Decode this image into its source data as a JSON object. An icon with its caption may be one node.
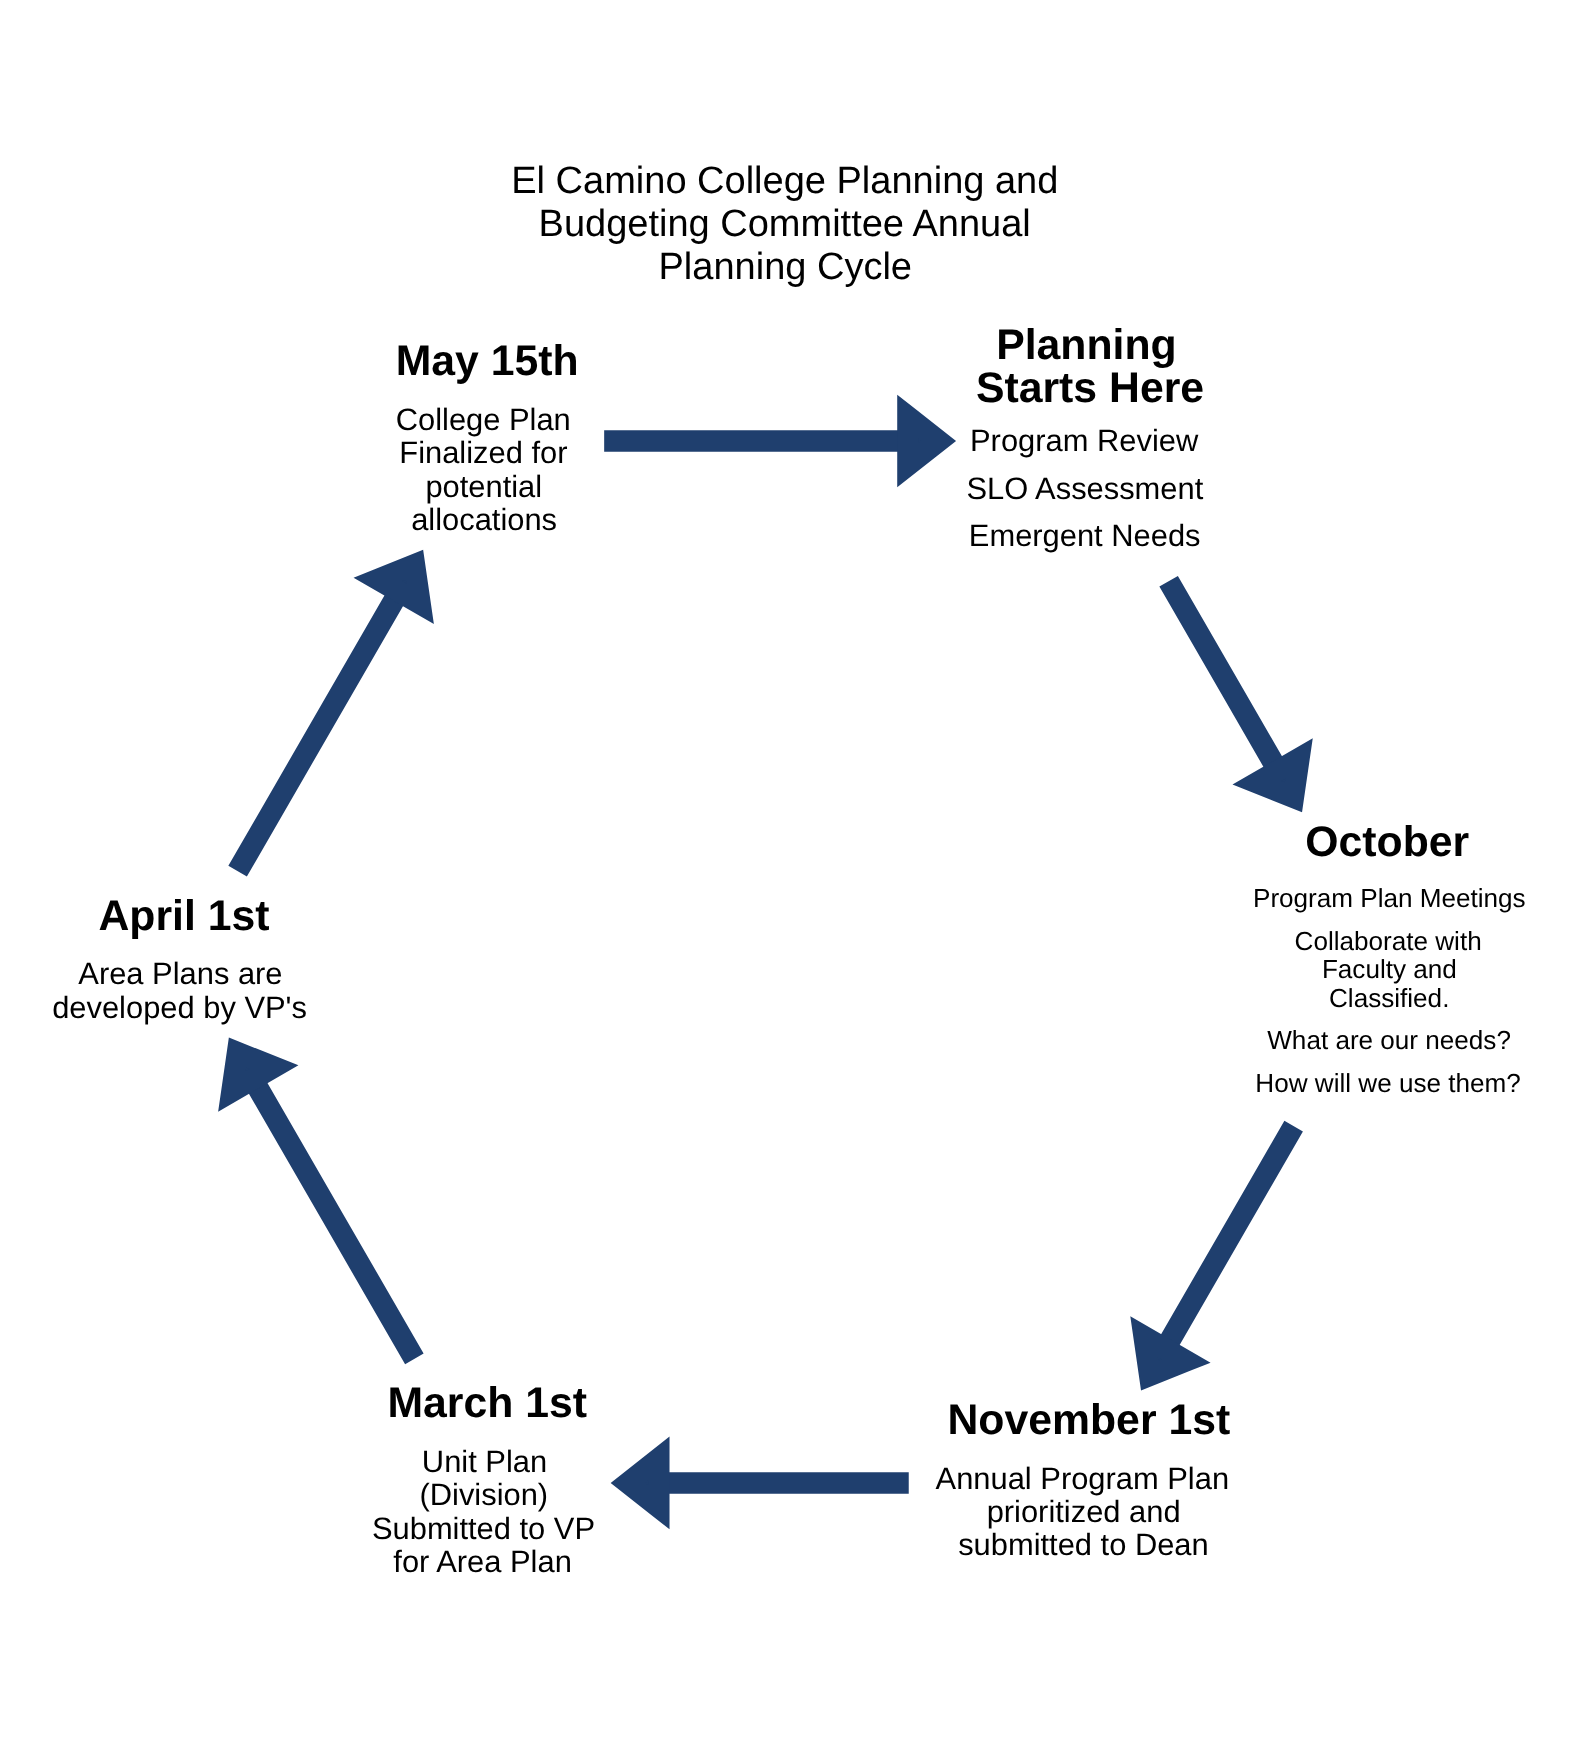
{
  "diagram": {
    "title": "El Camino College Planning and Budgeting Committee Annual Planning Cycle",
    "nodes": [
      {
        "text": [
          "May 15th",
          "College Plan Finalized for potential allocations"
        ]
      },
      {
        "text": [
          "Planning Starts Here",
          "Program Review",
          "SLO Assessment",
          "Emergent Needs"
        ]
      },
      {
        "text": [
          "October",
          "Program Plan Meetings",
          "Collaborate with Faculty and Classified.",
          "What are our needs?",
          "How will we use them?"
        ]
      },
      {
        "text": [
          "November 1st",
          "Annual Program Plan prioritized and submitted to Dean"
        ]
      },
      {
        "text": [
          "March 1st",
          "Unit Plan (Division) Submitted to VP for Area Plan"
        ]
      },
      {
        "text": [
          "April 1st",
          "Area Plans are developed by VP's"
        ]
      }
    ],
    "edges": [
      {
        "from": 0,
        "to": 1,
        "arrow": "to"
      },
      {
        "from": 1,
        "to": 2,
        "arrow": "to"
      },
      {
        "from": 2,
        "to": 3,
        "arrow": "to"
      },
      {
        "from": 3,
        "to": 4,
        "arrow": "to"
      },
      {
        "from": 4,
        "to": 5,
        "arrow": "to"
      },
      {
        "from": 5,
        "to": 0,
        "arrow": "to"
      }
    ]
  }
}
